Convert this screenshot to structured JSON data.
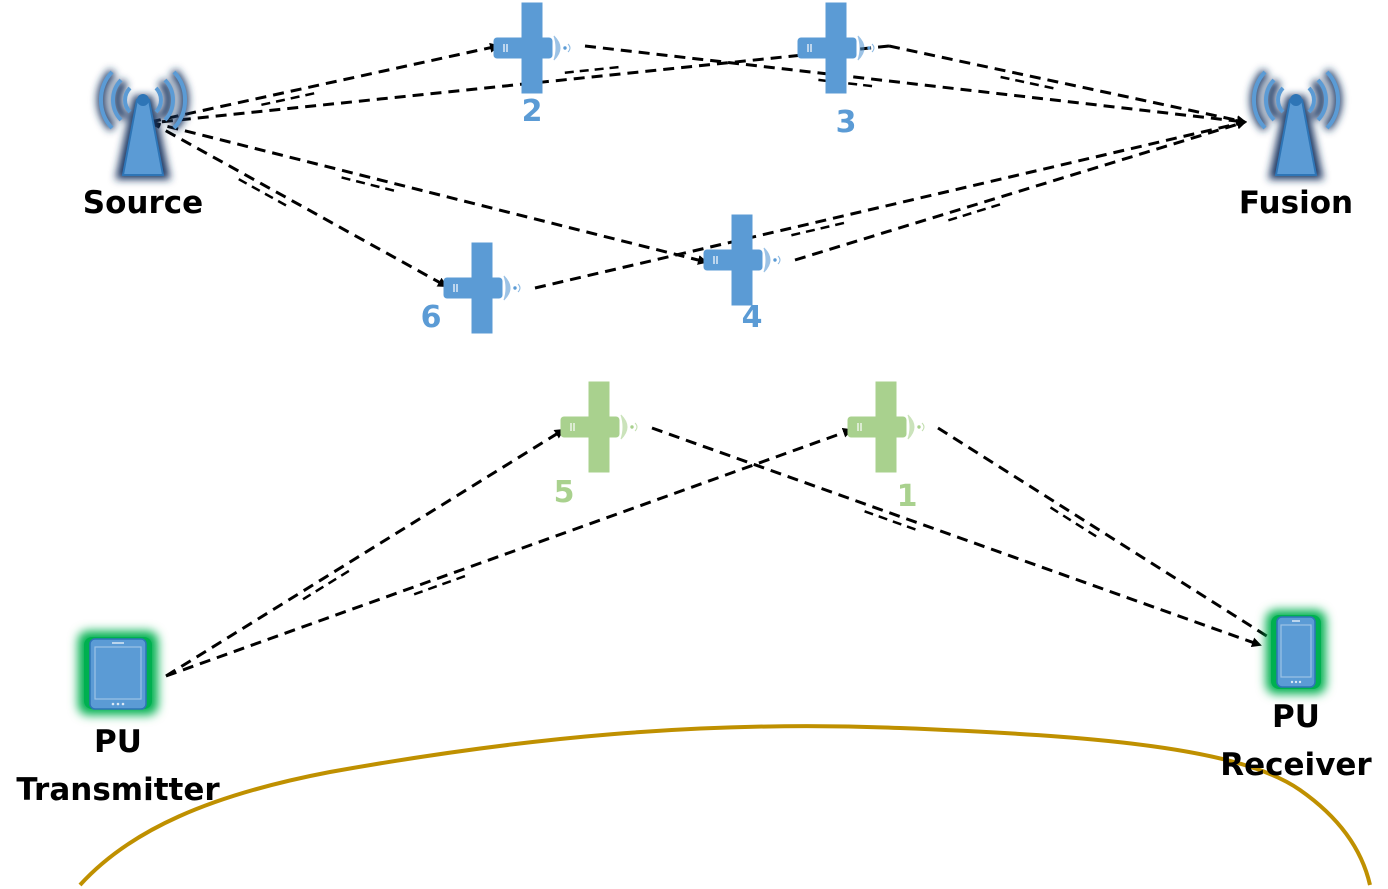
{
  "nodes": {
    "source": {
      "label": "Source",
      "icon": "tower-antenna-icon"
    },
    "fusion": {
      "label": "Fusion",
      "icon": "tower-antenna-icon"
    },
    "pu_transmitter": {
      "label_line1": "PU",
      "label_line2": "Transmitter",
      "icon": "tablet-icon"
    },
    "pu_receiver": {
      "label_line1": "PU",
      "label_line2": "Receiver",
      "icon": "smartphone-icon"
    }
  },
  "satellites": [
    {
      "id": "sat-2",
      "label": "2",
      "group": "secondary",
      "icon": "satellite-icon"
    },
    {
      "id": "sat-3",
      "label": "3",
      "group": "secondary",
      "icon": "satellite-icon"
    },
    {
      "id": "sat-6",
      "label": "6",
      "group": "secondary",
      "icon": "satellite-icon"
    },
    {
      "id": "sat-4",
      "label": "4",
      "group": "secondary",
      "icon": "satellite-icon"
    },
    {
      "id": "sat-5",
      "label": "5",
      "group": "primary",
      "icon": "satellite-icon"
    },
    {
      "id": "sat-1",
      "label": "1",
      "group": "primary",
      "icon": "satellite-icon"
    }
  ],
  "links": [
    {
      "from": "source",
      "to": "sat-2"
    },
    {
      "from": "sat-2",
      "to": "fusion"
    },
    {
      "from": "sat-3",
      "to": "source"
    },
    {
      "from": "sat-3",
      "to": "fusion"
    },
    {
      "from": "source",
      "to": "sat-6"
    },
    {
      "from": "sat-6",
      "to": "fusion"
    },
    {
      "from": "source",
      "to": "sat-4"
    },
    {
      "from": "sat-4",
      "to": "fusion"
    },
    {
      "from": "pu_transmitter",
      "to": "sat-5"
    },
    {
      "from": "sat-5",
      "to": "pu_receiver"
    },
    {
      "from": "pu_transmitter",
      "to": "sat-1"
    },
    {
      "from": "sat-1",
      "to": "pu_receiver"
    }
  ],
  "colors": {
    "secondary_satellite": "#5b9bd5",
    "primary_satellite": "#a9d18e",
    "tower": "#2e75b6",
    "tower_glow": "#1f3864",
    "device": "#5b9bd5",
    "device_glow": "#00b050",
    "earth_curve": "#bf9000",
    "link": "#000000"
  }
}
